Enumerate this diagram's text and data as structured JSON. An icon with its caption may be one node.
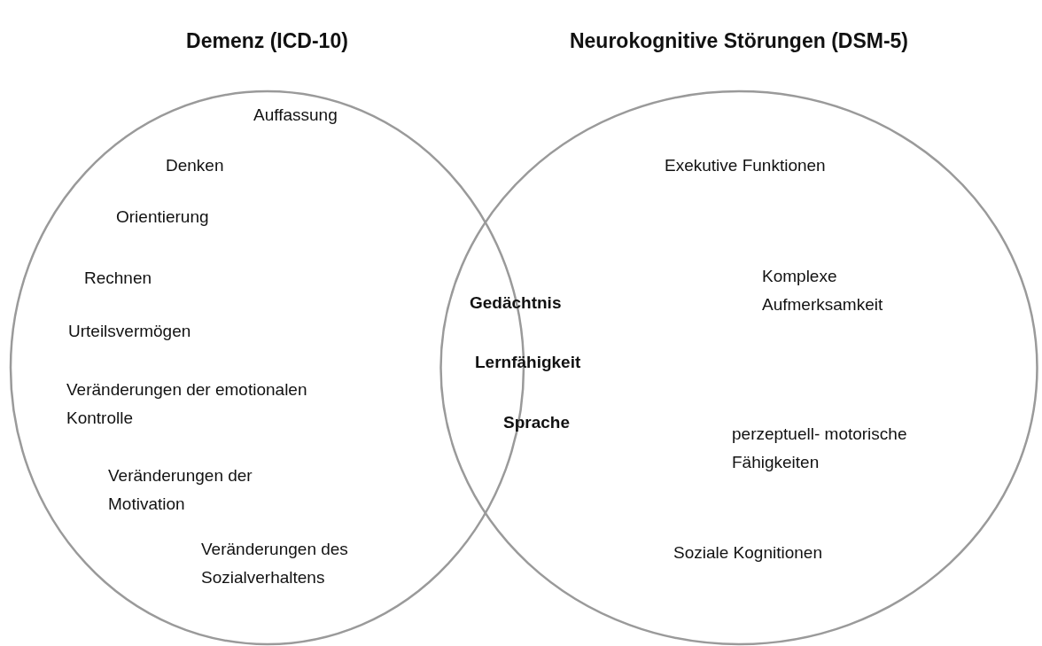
{
  "diagram": {
    "nodes": [
      {
        "text": [
          "Demenz (ICD-10)"
        ]
      },
      {
        "text": [
          "Neurokognitive Störungen (DSM-5)"
        ]
      }
    ],
    "labels": [
      "Auffassung",
      "Denken",
      "Orientierung",
      "Rechnen",
      "Urteilsvermögen",
      "Veränderungen der emotionalen Kontrolle",
      "Veränderungen der Motivation",
      "Veränderungen des Sozialverhaltens",
      "Gedächtnis",
      "Lernfähigkeit",
      "Sprache",
      "Exekutive Funktionen",
      "Komplexe Aufmerksamkeit",
      "perzeptuell- motorische Fähigkeiten",
      "Soziale Kognitionen"
    ]
  }
}
